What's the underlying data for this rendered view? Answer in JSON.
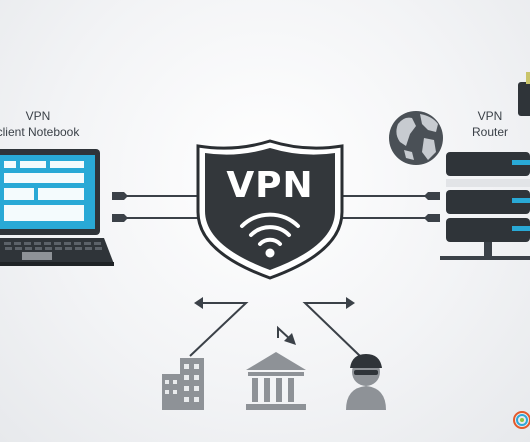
{
  "client": {
    "title": "VPN",
    "subtitle": "client Notebook"
  },
  "router": {
    "title": "VPN",
    "subtitle": "Router"
  },
  "shield": {
    "label": "VPN"
  },
  "icons": {
    "laptop": "laptop-icon",
    "shield": "shield-icon",
    "wifi": "wifi-icon",
    "globe": "globe-icon",
    "server": "server-icon",
    "building": "building-icon",
    "bank": "bank-icon",
    "hacker": "hacker-icon",
    "logo": "logo-icon"
  },
  "colors": {
    "laptop_screen": "#29a9d6",
    "device_dark": "#2f3439",
    "shield_fill": "#33373b",
    "server_accent": "#29a9d6",
    "connector": "#3b4148",
    "arrows": "#3b4148",
    "grey_icons": "#8e9297"
  }
}
